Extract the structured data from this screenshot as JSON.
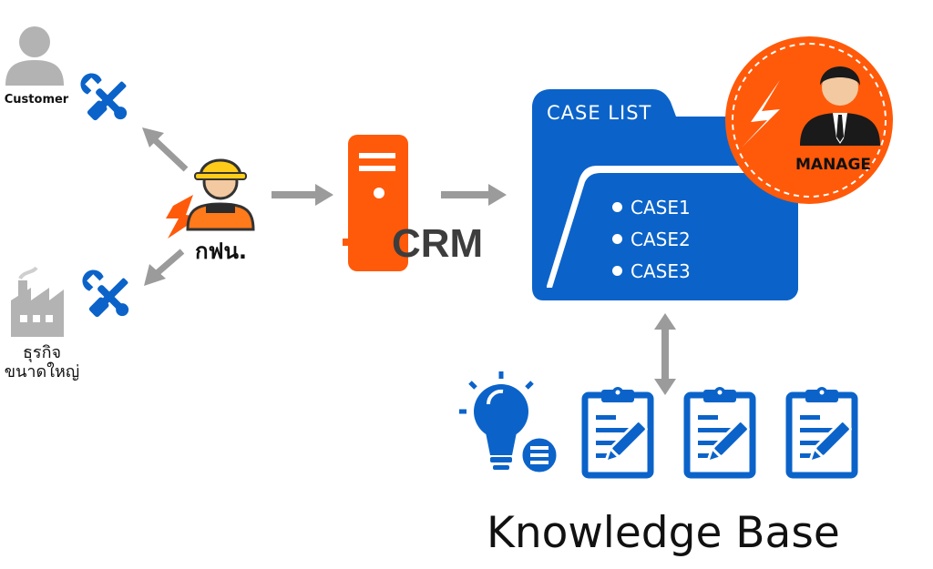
{
  "diagram": {
    "customer": {
      "label": "Customer"
    },
    "worker": {
      "label": "กฟน."
    },
    "business": {
      "label": "ธุรกิจ ขนาดใหญ่"
    },
    "crm": {
      "label": "CRM"
    },
    "case_list": {
      "title": "CASE LIST",
      "items": [
        "CASE1",
        "CASE2",
        "CASE3"
      ]
    },
    "manager": {
      "label": "MANAGE"
    },
    "knowledge_base": {
      "label": "Knowledge Base"
    }
  },
  "colors": {
    "orange": "#ff5a0a",
    "blue": "#0b63c9",
    "gray": "#9b9b9b",
    "light_gray": "#b3b3b3"
  },
  "icons": {
    "customer": "person-icon",
    "business": "factory-icon",
    "tools": "wrench-screwdriver-icon",
    "worker": "hardhat-worker-icon",
    "server": "server-icon",
    "folder": "folder-icon",
    "manager": "manager-icon",
    "idea": "lightbulb-icon",
    "document": "clipboard-pen-icon"
  }
}
